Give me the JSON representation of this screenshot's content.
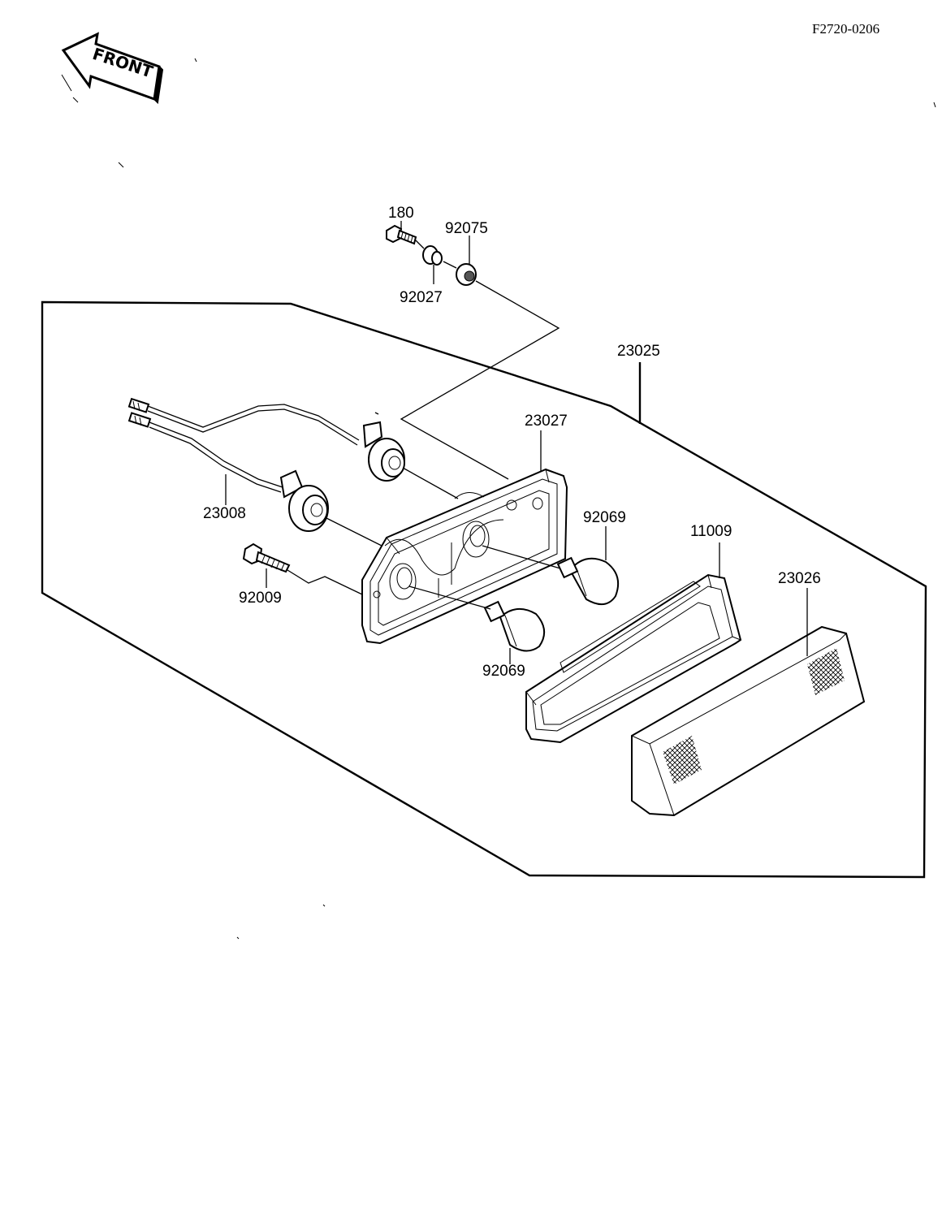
{
  "drawing_code": "F2720-0206",
  "direction_label": "FRONT",
  "callouts": {
    "bolt": "180",
    "collar": "92027",
    "grommet": "92075",
    "tail_lamp_assy": "23025",
    "case": "23027",
    "socket_wiring": "23008",
    "bulb_upper": "92069",
    "bulb_lower": "92069",
    "gasket": "11009",
    "lens": "23026",
    "screw": "92009"
  }
}
